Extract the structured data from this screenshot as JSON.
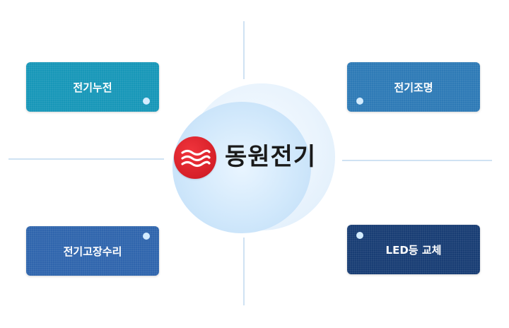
{
  "center": {
    "brand_name": "동원전기",
    "logo_icon": "red-wave-logo-icon",
    "logo_color": "#d61f28"
  },
  "services": [
    {
      "label": "전기누전",
      "color": "#1797b8"
    },
    {
      "label": "전기조명",
      "color": "#2e7ab6"
    },
    {
      "label": "전기고장수리",
      "color": "#2f65ad"
    },
    {
      "label": "LED등 교체",
      "color": "#183d74"
    }
  ]
}
